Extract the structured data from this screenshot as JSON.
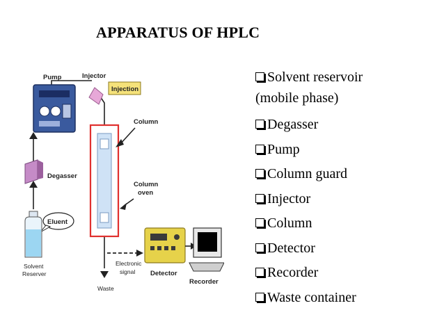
{
  "title": "APPARATUS OF HPLC",
  "diagram": {
    "labels": {
      "pump": "Pump",
      "injector": "Injector",
      "injection": "Injection",
      "column": "Column",
      "column_oven_1": "Column",
      "column_oven_2": "oven",
      "degasser": "Degasser",
      "eluent": "Eluent",
      "solvent_reserver_1": "Solvent",
      "solvent_reserver_2": "Reserver",
      "electronic_signal_1": "Electronic",
      "electronic_signal_2": "signal",
      "waste": "Waste",
      "detector": "Detector",
      "recorder": "Recorder"
    }
  },
  "components_list": [
    "Solvent reservoir",
    "(mobile phase)",
    "Degasser",
    "Pump",
    "Column guard",
    "Injector",
    "Column",
    "Detector",
    "Recorder",
    "Waste container"
  ],
  "colors": {
    "pump_body": "#3a5a9e",
    "column_frame": "#e0302e",
    "column_fill": "#cfe2f6",
    "injector": "#e7a8d8",
    "injection_box": "#f5e27a",
    "degasser": "#c58bc7",
    "detector": "#e6d24a",
    "solvent_liquid": "#9cd6f2"
  }
}
